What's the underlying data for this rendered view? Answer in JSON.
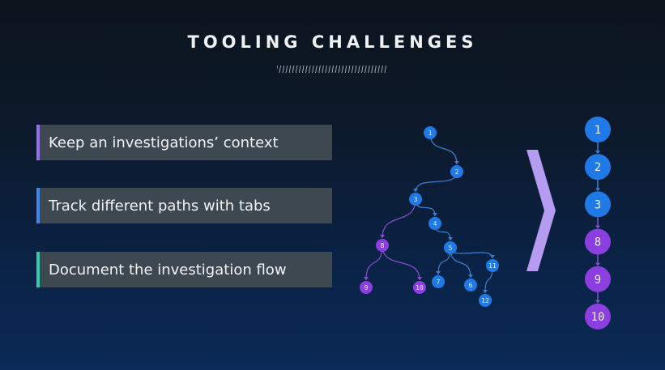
{
  "title": "TOOLING CHALLENGES",
  "items": [
    {
      "label": "Keep an investigations’ context",
      "accent": "#9a6cf0"
    },
    {
      "label": "Track different paths with tabs",
      "accent": "#3f86e8"
    },
    {
      "label": "Document the investigation flow",
      "accent": "#35c9b0"
    }
  ],
  "colors": {
    "blue": "#1f7ae8",
    "purple": "#8b3fe0",
    "blue_edge": "#3f7fd0",
    "purple_edge": "#8a4fd0",
    "chevron": "#b59cf0"
  },
  "graph": {
    "nodes": [
      {
        "id": "1",
        "group": "blue"
      },
      {
        "id": "2",
        "group": "blue"
      },
      {
        "id": "3",
        "group": "blue"
      },
      {
        "id": "4",
        "group": "blue"
      },
      {
        "id": "5",
        "group": "blue"
      },
      {
        "id": "6",
        "group": "blue"
      },
      {
        "id": "7",
        "group": "blue"
      },
      {
        "id": "8",
        "group": "purple"
      },
      {
        "id": "9",
        "group": "purple"
      },
      {
        "id": "10",
        "group": "purple"
      },
      {
        "id": "11",
        "group": "blue"
      },
      {
        "id": "12",
        "group": "blue"
      }
    ],
    "edges": [
      [
        "1",
        "2"
      ],
      [
        "2",
        "3"
      ],
      [
        "3",
        "4"
      ],
      [
        "4",
        "5"
      ],
      [
        "3",
        "8"
      ],
      [
        "8",
        "9"
      ],
      [
        "8",
        "10"
      ],
      [
        "5",
        "7"
      ],
      [
        "5",
        "6"
      ],
      [
        "5",
        "11"
      ],
      [
        "11",
        "12"
      ]
    ]
  },
  "path": [
    {
      "id": "1",
      "group": "blue"
    },
    {
      "id": "2",
      "group": "blue"
    },
    {
      "id": "3",
      "group": "blue"
    },
    {
      "id": "8",
      "group": "purple"
    },
    {
      "id": "9",
      "group": "purple"
    },
    {
      "id": "10",
      "group": "purple"
    }
  ]
}
